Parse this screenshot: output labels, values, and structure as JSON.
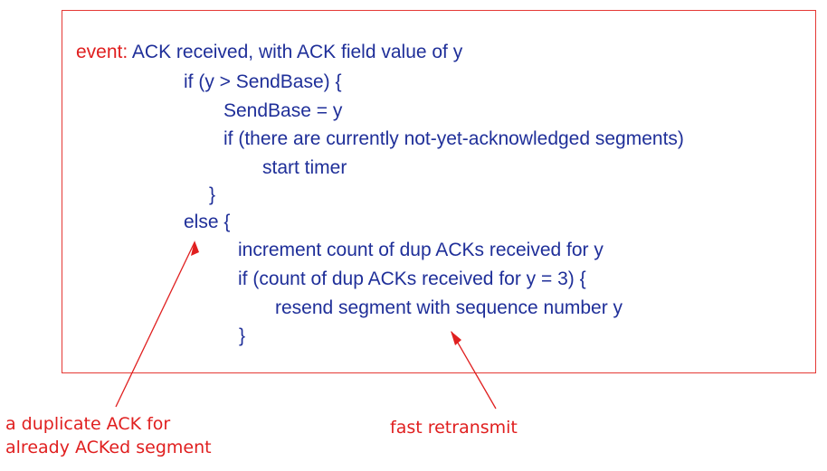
{
  "code": {
    "event_keyword": "event:",
    "lines": [
      " ACK received, with ACK field value of y",
      "if (y > SendBase) {",
      "SendBase = y",
      "if (there are currently not-yet-acknowledged segments)",
      "start timer",
      "}",
      "else {",
      "increment count of dup ACKs received for y",
      "if (count of dup ACKs received for y = 3) {",
      "resend segment with sequence number y",
      "}"
    ]
  },
  "annotations": {
    "duplicate_ack_line1": "a duplicate ACK for",
    "duplicate_ack_line2": "already ACKed segment",
    "fast_retransmit": "fast retransmit"
  },
  "colors": {
    "code_text": "#1f2f99",
    "accent_red": "#e01f1f",
    "box_border": "#e53935",
    "background": "#ffffff"
  }
}
